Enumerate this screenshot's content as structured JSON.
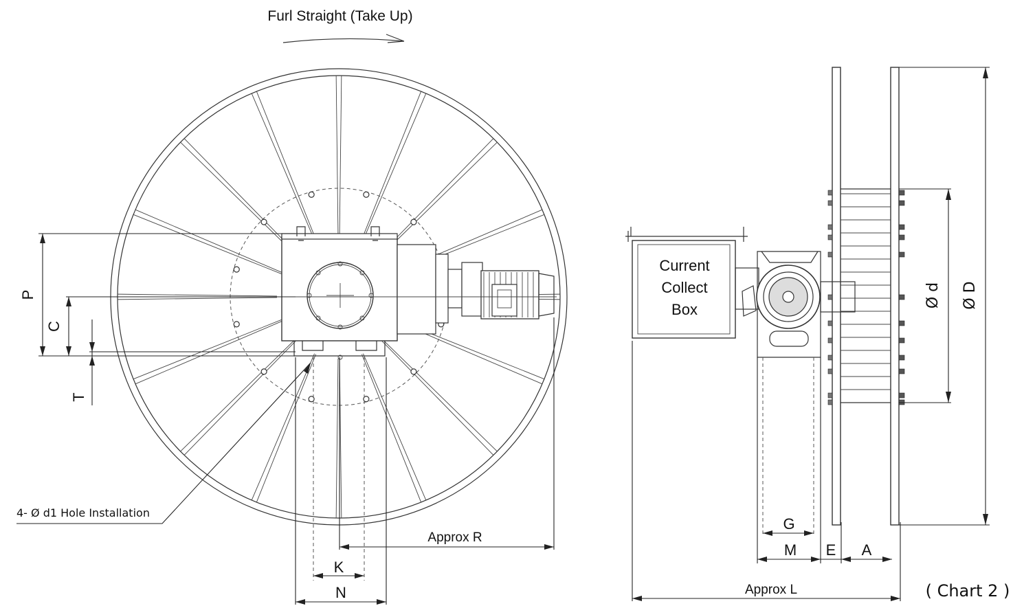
{
  "title": "Furl Straight (Take Up)",
  "box_label": {
    "line1": "Current",
    "line2": "Collect",
    "line3": "Box"
  },
  "labels": {
    "P": "P",
    "C": "C",
    "T": "T",
    "hole": "4- Ø d1 Hole Installation",
    "approx_r": "Approx R",
    "K": "K",
    "N": "N",
    "G": "G",
    "M": "M",
    "E": "E",
    "A": "A",
    "approx_l": "Approx L",
    "phi_d": "Ø d",
    "phi_D": "Ø D"
  },
  "caption": "( Chart 2 )"
}
